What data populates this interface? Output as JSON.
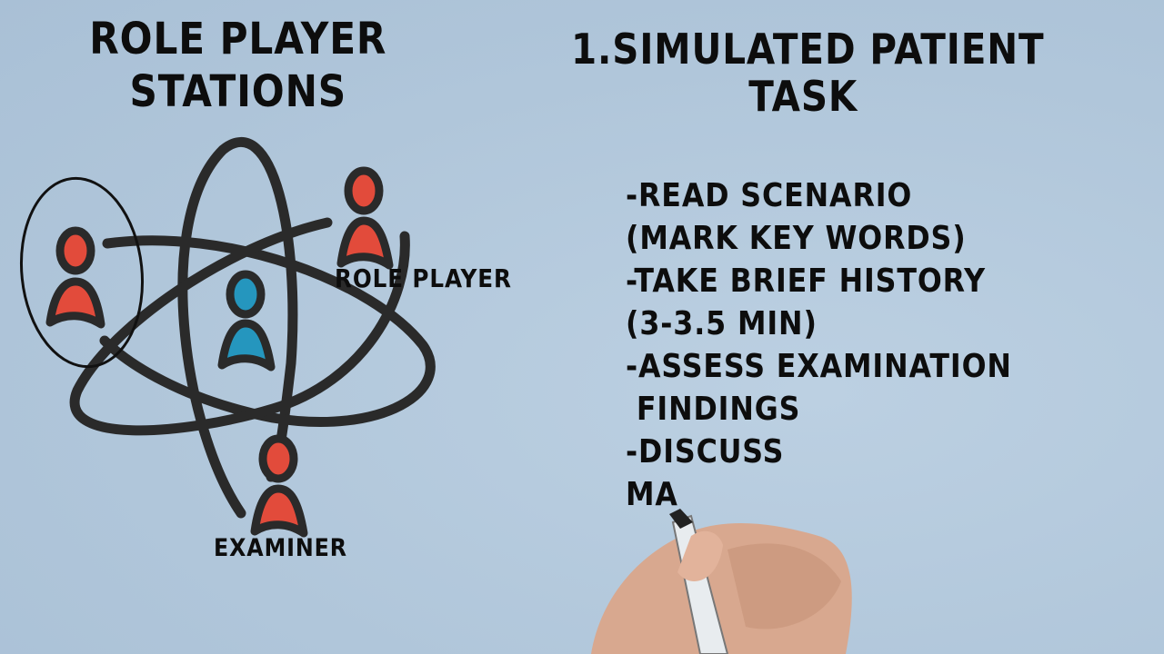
{
  "slide": {
    "left_title_line1": "ROLE PLAYER",
    "left_title_line2": "STATIONS",
    "right_title_line1": "1.SIMULATED PATIENT",
    "right_title_line2": "TASK"
  },
  "diagram": {
    "role_player_label": "ROLE PLAYER",
    "examiner_label": "EXAMINER",
    "figures": [
      {
        "name": "candidate-figure",
        "color": "#e24b3b",
        "highlighted": true
      },
      {
        "name": "center-figure",
        "color": "#2596be"
      },
      {
        "name": "role-player-figure",
        "color": "#e24b3b"
      },
      {
        "name": "examiner-figure",
        "color": "#e24b3b"
      }
    ],
    "colors": {
      "red": "#e24b3b",
      "blue": "#2596be",
      "outline": "#2a2a2a"
    }
  },
  "tasks": {
    "lines": [
      "-READ SCENARIO",
      "(MARK KEY WORDS)",
      "-TAKE BRIEF HISTORY",
      "(3-3.5 MIN)",
      "-ASSESS EXAMINATION",
      " FINDINGS",
      "-DISCUSS",
      "MA"
    ]
  },
  "colors": {
    "background": "#b3c9dd",
    "text": "#0d0d0d"
  }
}
